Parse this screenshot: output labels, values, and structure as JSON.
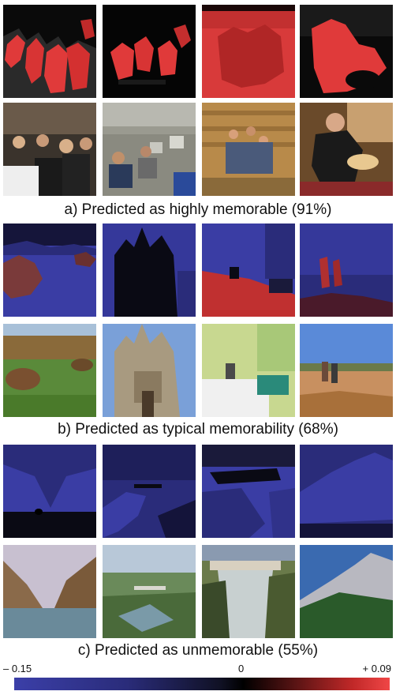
{
  "rows": [
    {
      "caption": "a) Predicted as highly memorable (91%)"
    },
    {
      "caption": "b) Predicted as typical memorability (68%)"
    },
    {
      "caption": "c) Predicted as unmemorable (55%)"
    }
  ],
  "scale": {
    "min_label": "– 0.15",
    "mid_label": "0",
    "max_label": "+ 0.09"
  },
  "colors": {
    "positive": "#e03a3a",
    "negative": "#3a3da4",
    "neutral": "#000000"
  }
}
